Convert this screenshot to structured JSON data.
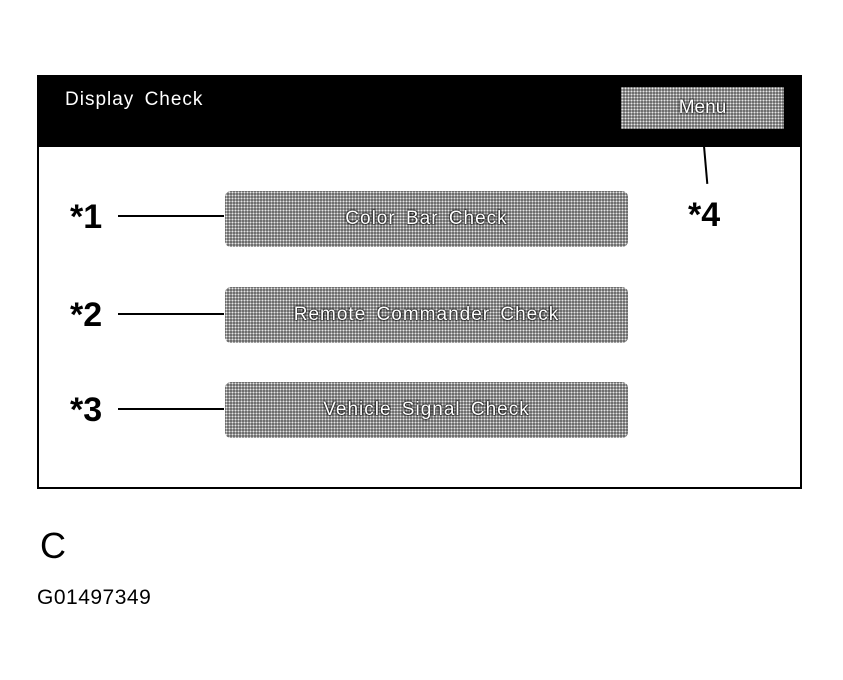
{
  "screen": {
    "title": "Display Check",
    "menu_button": "Menu",
    "buttons": [
      {
        "label": "Color Bar Check"
      },
      {
        "label": "Remote Commander Check"
      },
      {
        "label": "Vehicle Signal Check"
      }
    ]
  },
  "callouts": [
    "*1",
    "*2",
    "*3",
    "*4"
  ],
  "figure": {
    "letter": "C",
    "id": "G01497349"
  },
  "colors": {
    "title_bar": "#000000",
    "button_fill": "#5e5e5e",
    "text": "#ffffff"
  }
}
